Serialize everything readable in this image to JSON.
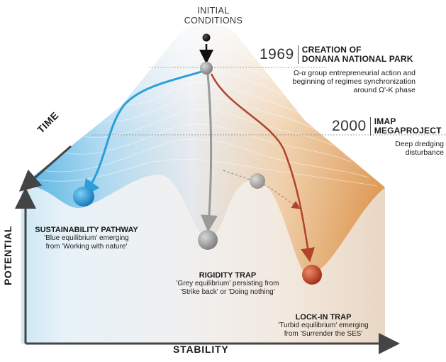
{
  "initial_conditions": {
    "line1": "INITIAL",
    "line2": "CONDITIONS"
  },
  "events": [
    {
      "year": "1969",
      "title_line1": "CREATION OF",
      "title_line2": "DONANA NATIONAL PARK",
      "description": [
        "Ω-α group entrepreneurial action and",
        "beginning of regimes synchronization",
        "around Ω'-K phase"
      ]
    },
    {
      "year": "2000",
      "title_line1": "IMAP",
      "title_line2": "MEGAPROJECT",
      "description": [
        "Deep dredging",
        "disturbance"
      ]
    }
  ],
  "axes": {
    "time": "TIME",
    "potential": "POTENTIAL",
    "stability": "STABILITY"
  },
  "pathways": [
    {
      "title": "SUSTAINABILITY PATHWAY",
      "desc_line1": "'Blue equilibrium' emerging",
      "desc_line2": "from 'Working with nature'",
      "color": "#2a9fd8"
    },
    {
      "title": "RIGIDITY TRAP",
      "desc_line1": "'Grey equilibrium' persisting from",
      "desc_line2": "'Strike back' or 'Doing nothing'",
      "color": "#9a9a9a"
    },
    {
      "title": "LOCK-IN TRAP",
      "desc_line1": "'Turbid equilibrium' emerging",
      "desc_line2": "from 'Surrender the SES'",
      "color": "#b0432a"
    }
  ]
}
